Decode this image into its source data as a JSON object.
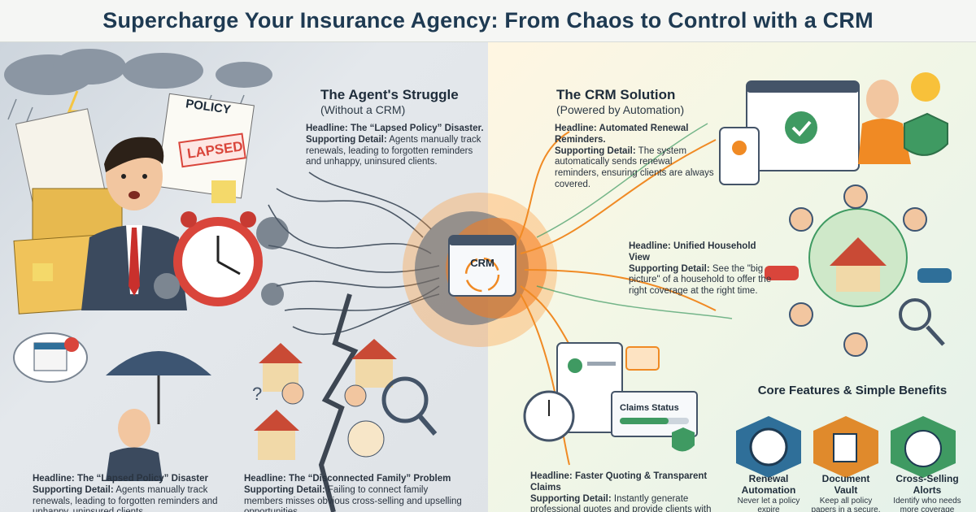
{
  "title": "Supercharge Your Insurance Agency: From Chaos to Control with a CRM",
  "left": {
    "heading": "The Agent's Struggle",
    "subheading": "(Without a CRM)",
    "policy_card_title": "POLICY",
    "policy_stamp": "LAPSED",
    "block1": {
      "headline": "Headline: The “Lapsed Policy” Disaster.",
      "detail_label": "Supporting Detail:",
      "detail": "Agents manually track renewals, leading to forgotten reminders and unhappy, uninsured clients."
    },
    "bottom1": {
      "headline": "Headline: The “Lapsed Policy” Disaster",
      "detail_label": "Supporting Detail:",
      "detail": "Agents manually track renewals, leading to forgotten reminders and unhappy, uninsured clients."
    },
    "bottom2": {
      "headline": "Headline: The “Disconnected Family” Problem",
      "detail_label": "Supporting Detail:",
      "detail": "Failing to connect family members misses obvious cross-selling and upselling opportunities."
    }
  },
  "center": {
    "crm_label": "CRM"
  },
  "right": {
    "heading": "The CRM Solution",
    "subheading": "(Powered by Automation)",
    "block1": {
      "headline": "Headline: Automated Renewal Reminders.",
      "detail_label": "Supporting Detail:",
      "detail": "The system automatically sends renewal reminders, ensuring clients are always covered."
    },
    "block2": {
      "headline": "Headline: Unified Household View",
      "detail_label": "Supporting Detail:",
      "detail": "See the \"big picture\" of a household to offer the right coverage at the right time."
    },
    "claims_status_label": "Claims Status",
    "block3": {
      "headline": "Headline: Faster Quoting & Transparent Claims",
      "detail_label": "Supporting Detail:",
      "detail": "Instantly generate professional quotes and provide clients with"
    },
    "features": {
      "title": "Core Features & Simple Benefits",
      "items": [
        {
          "name": "Renewal Automation",
          "desc": "Never let a policy expire",
          "icon": "clock-icon",
          "color": "#2f6f99"
        },
        {
          "name": "Document Vault",
          "desc": "Keep all policy papers in a secure,",
          "icon": "vault-icon",
          "color": "#e08a2c"
        },
        {
          "name": "Cross-Selling Alorts",
          "desc": "Identify who needs more coverage",
          "icon": "family-chart-icon",
          "color": "#3f9a62"
        }
      ]
    }
  },
  "colors": {
    "title": "#1e3a52",
    "orange": "#f08a24",
    "teal": "#2f6f99",
    "green": "#3f9a62",
    "red": "#d9453b"
  }
}
